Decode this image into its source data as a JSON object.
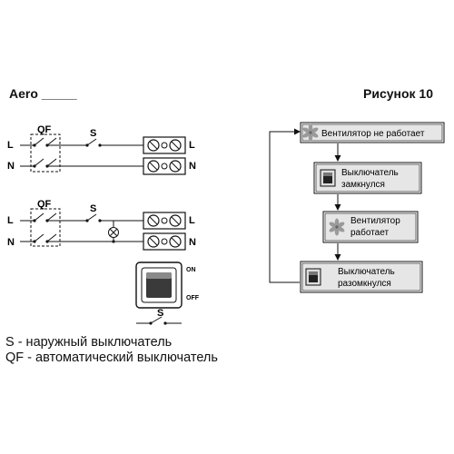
{
  "header": {
    "model": "Aero _____",
    "figure": "Рисунок 10"
  },
  "wiring": {
    "breaker": "QF",
    "switch": "S",
    "line": "L",
    "neutral": "N",
    "switch_on": "ON",
    "switch_off": "OFF"
  },
  "legend": {
    "s_text": "S - наружный выключатель",
    "qf_text": "QF - автоматический выключатель"
  },
  "flow": {
    "steps": [
      {
        "icon": "fan-icon",
        "lines": [
          "Вентилятор не работает"
        ]
      },
      {
        "icon": "switch-icon",
        "lines": [
          "Выключатель",
          "замкнулся"
        ]
      },
      {
        "icon": "fan-icon",
        "lines": [
          "Вентилятор",
          "работает"
        ]
      },
      {
        "icon": "switch-icon",
        "lines": [
          "Выключатель",
          "разомкнулся"
        ]
      }
    ]
  },
  "colors": {
    "box_fill": "#e6e6e6",
    "line": "#111111"
  }
}
